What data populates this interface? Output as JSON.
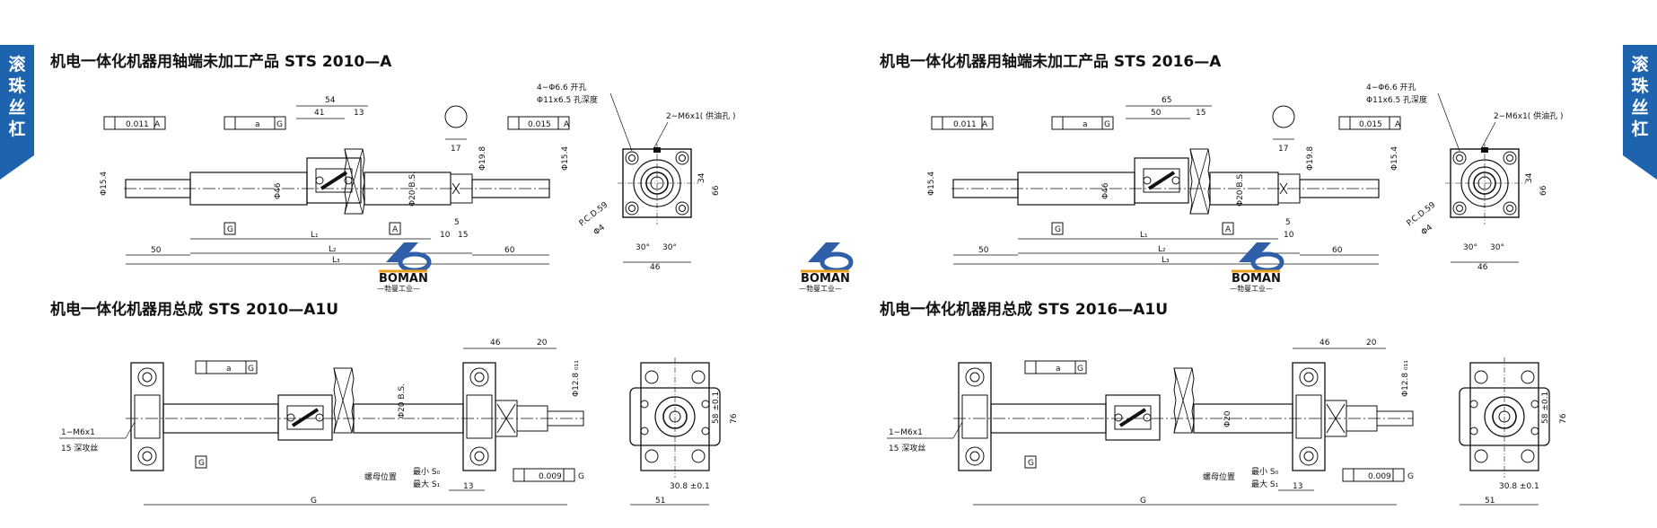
{
  "side_tab": {
    "label": "滚珠丝杠",
    "color": "#1e63ad"
  },
  "logo": {
    "brand": "BOMAN",
    "subtitle": "—勃曼工业—",
    "color": "#2f5fa8"
  },
  "sections": {
    "tl": {
      "title": "机电一体化机器用轴端未加工产品  STS 2010—A"
    },
    "tr": {
      "title": "机电一体化机器用轴端未加工产品  STS 2016—A"
    },
    "bl": {
      "title": "机电一体化机器用总成 STS 2010—A1U"
    },
    "br": {
      "title": "机电一体化机器用总成 STS 2016—A1U"
    }
  },
  "tl": {
    "tol1": "0.011",
    "ref_a": "A",
    "tol_a": "a",
    "ref_g": "G",
    "tol2": "0.015",
    "d_54": "54",
    "d_41": "41",
    "d_13": "13",
    "d_17": "17",
    "phi154": "Φ15.4",
    "phi46": "Φ46",
    "phi20": "Φ20 B.S.",
    "phi198": "Φ19.8",
    "l1": "L₁",
    "l2": "L₂",
    "l3": "L₃",
    "d_50": "50",
    "d_60": "60",
    "d_10": "10",
    "d_15": "15",
    "d_5": "5"
  },
  "tr": {
    "d_65": "65",
    "d_50": "50",
    "d_15": "15",
    "d_17": "17",
    "d_50b": "50",
    "d_60": "60",
    "d_10": "10",
    "d_5": "5"
  },
  "flange": {
    "holes": "4−Φ6.6  开孔",
    "cbore": "Φ11x6.5  孔深度",
    "oil": "2−M6x1( 供油孔 )",
    "pcd": "P.C.D.59",
    "phi4": "Φ4",
    "d34": "34",
    "d66": "66",
    "d46": "46",
    "a30": "30°",
    "a30b": "30°"
  },
  "bl": {
    "d46": "46",
    "d20": "20",
    "phi128": "Φ12.8 ₀₁₁",
    "tol_a": "a",
    "ref_g": "G",
    "m6": "1−M6x1",
    "tap": "15 深攻丝",
    "phi20": "Φ20 B.S.",
    "pos": "螺母位置",
    "smin": "最小 S₀",
    "smax": "最大 S₁",
    "d13": "13",
    "tol": "0.009",
    "g": "G",
    "d58": "58 ±0.1",
    "d76": "76",
    "d51": "51",
    "d308": "30.8 ±0.1"
  },
  "br": {
    "phi20": "Φ20"
  }
}
